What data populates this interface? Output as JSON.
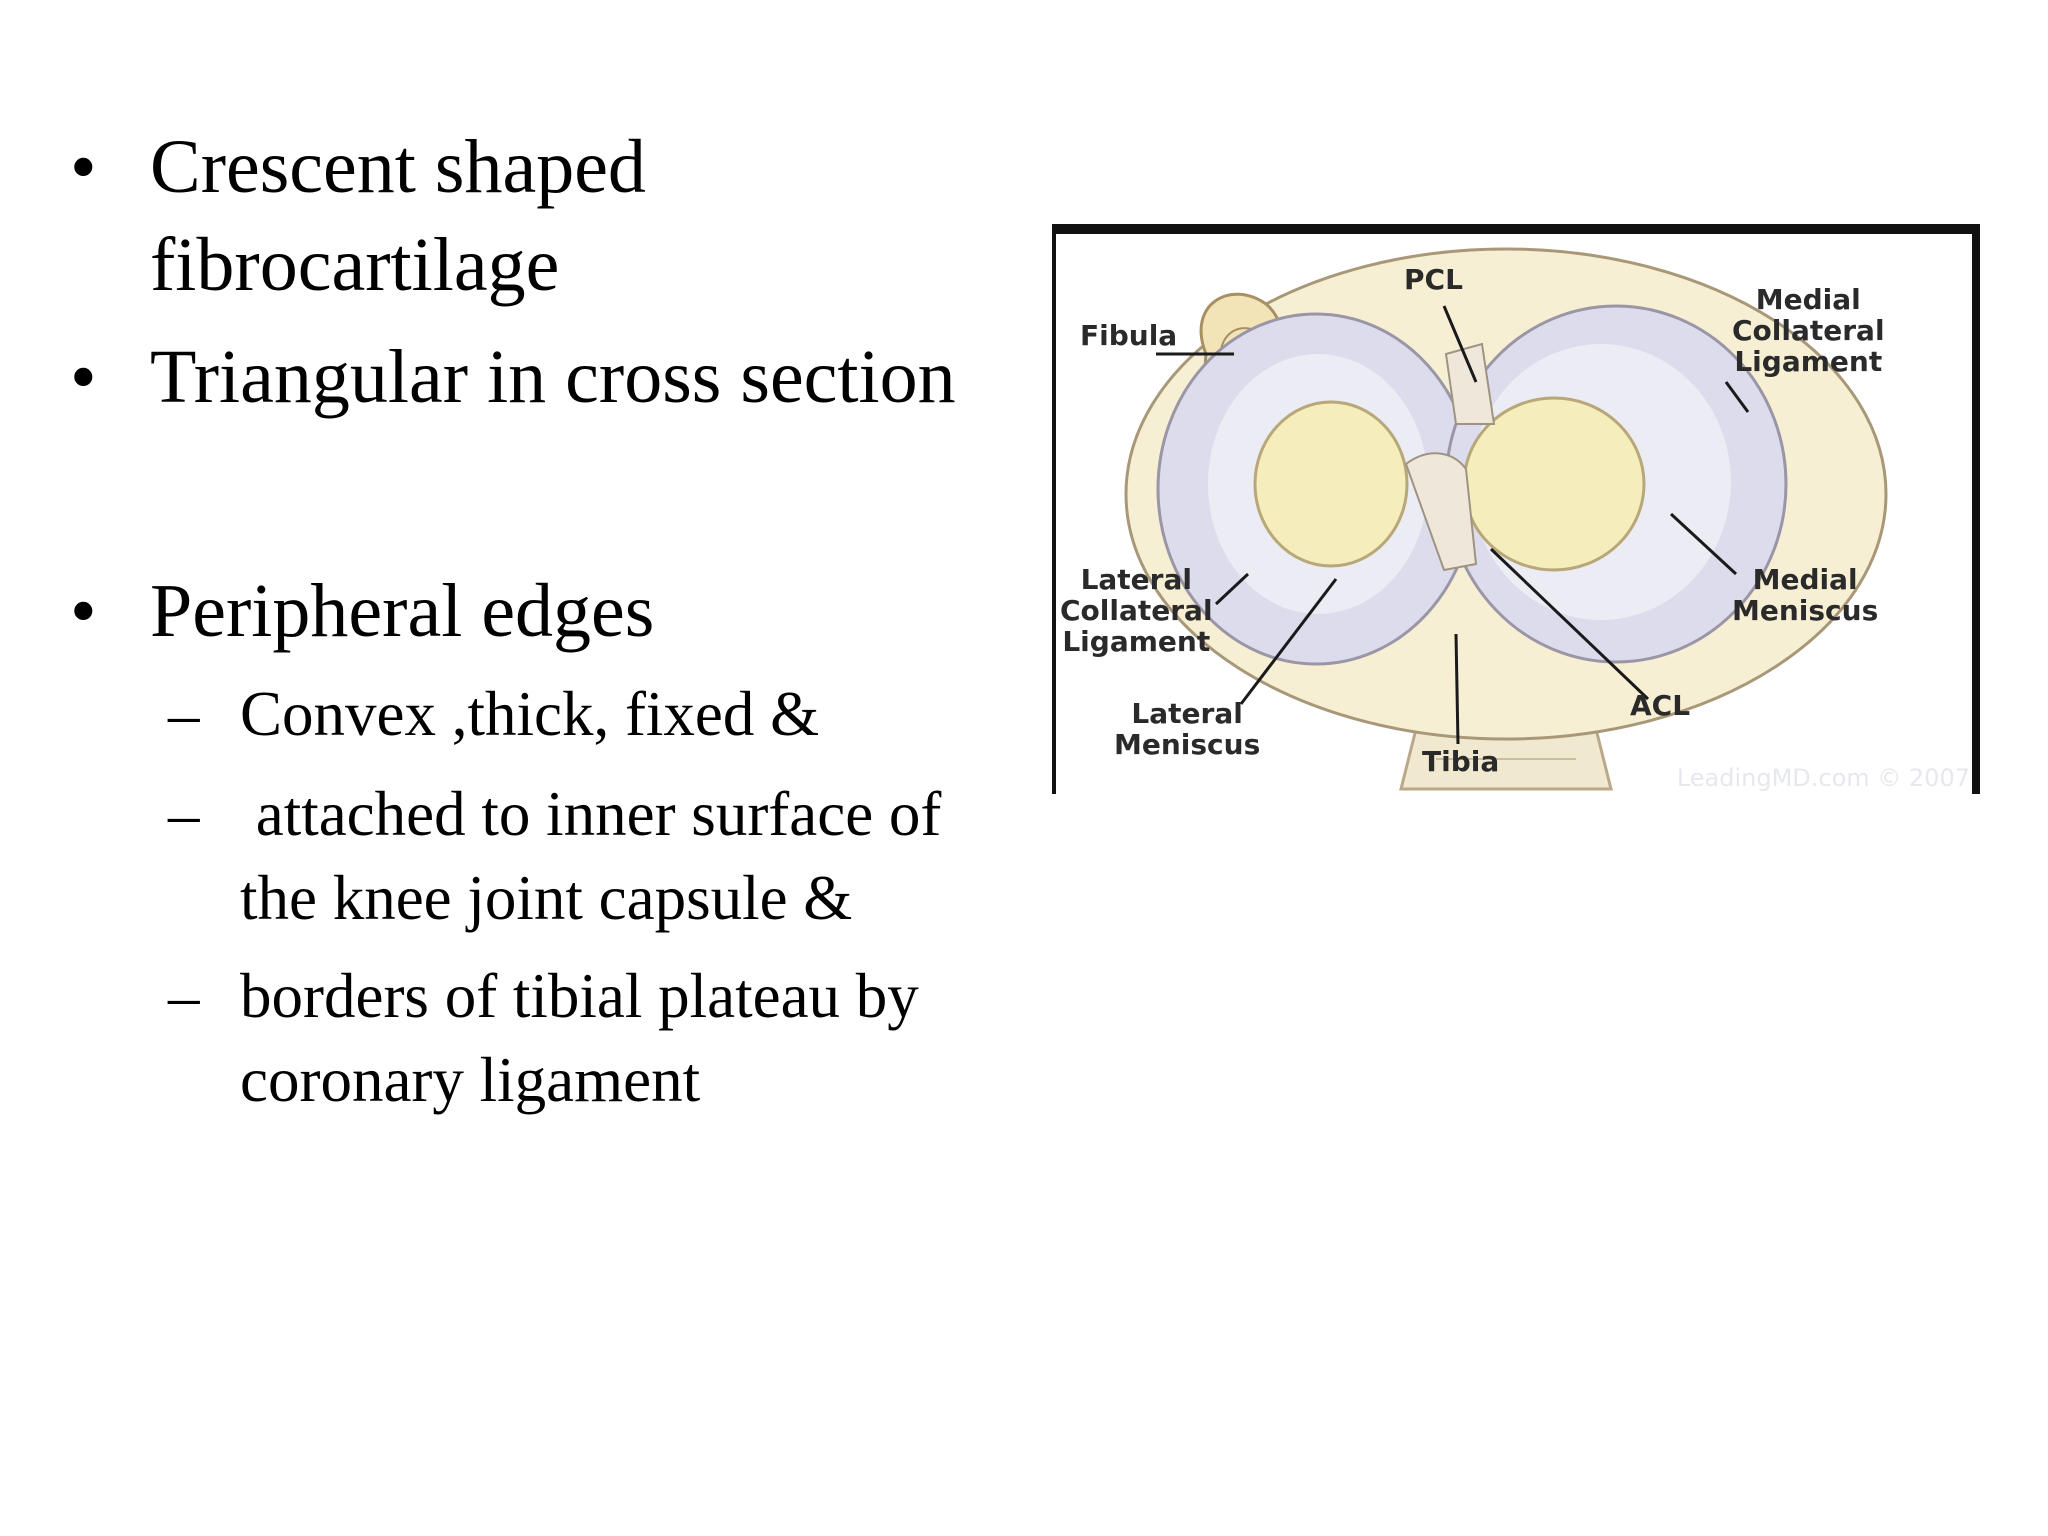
{
  "bullets": [
    {
      "marker": "•",
      "text": "Crescent shaped\nfibrocartilage"
    },
    {
      "marker": "•",
      "text": "Triangular in cross section"
    },
    {
      "marker": "•",
      "text": "Peripheral edges"
    }
  ],
  "sub_bullets": [
    {
      "marker": "–",
      "text": "Convex ,thick, fixed &"
    },
    {
      "marker": "–",
      "text": " attached to inner surface of\nthe knee joint capsule &"
    },
    {
      "marker": "–",
      "text": "borders of tibial plateau by\ncoronary ligament"
    }
  ],
  "figure": {
    "labels": {
      "pcl": "PCL",
      "fibula": "Fibula",
      "mcl": "Medial\nCollateral\nLigament",
      "lcl": "Lateral\nCollateral\nLigament",
      "medial_meniscus": "Medial\nMeniscus",
      "lateral_meniscus": "Lateral\nMeniscus",
      "acl": "ACL",
      "tibia": "Tibia"
    },
    "watermark": "LeadingMD.com © 2007"
  }
}
